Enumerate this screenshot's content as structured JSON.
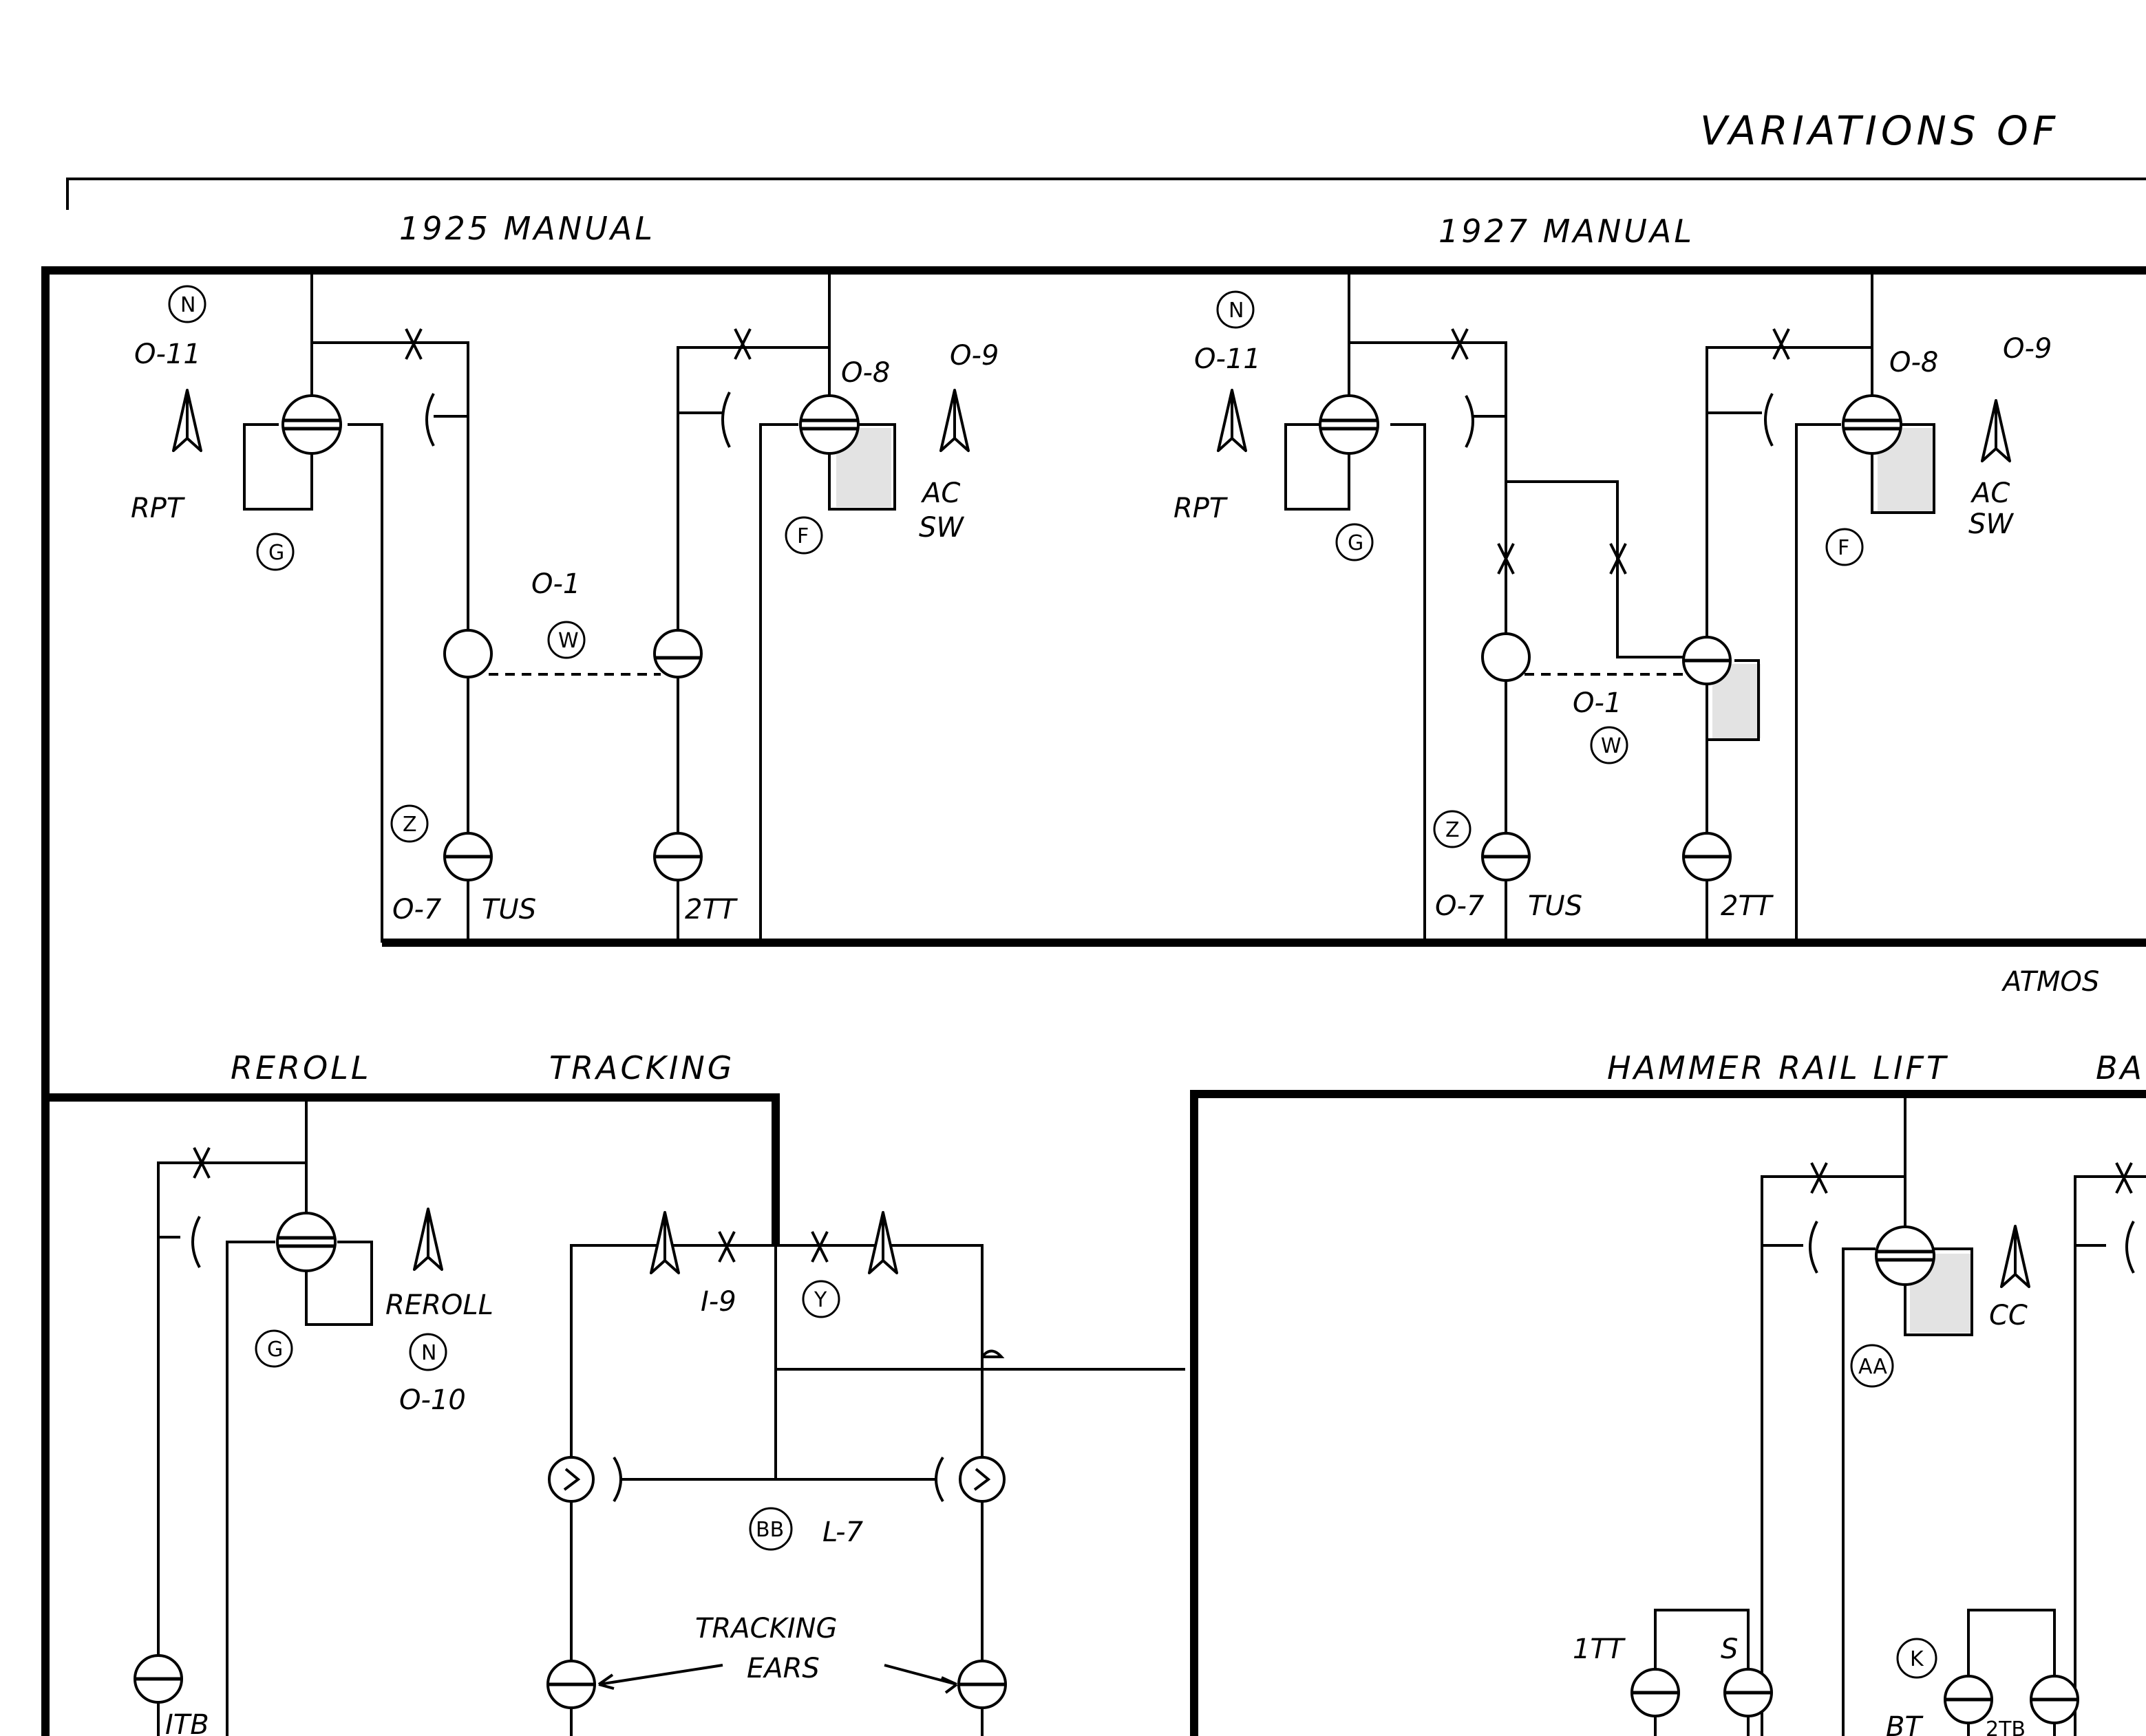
{
  "title": "VARIATIONS OF",
  "sections": {
    "manual_1925": "1925 MANUAL",
    "manual_1927": "1927 MANUAL",
    "reroll": "REROLL",
    "tracking": "TRACKING",
    "hammer_rail_lift": "HAMMER RAIL LIFT",
    "ba_partial": "BA",
    "atmos_partial": "ATMOS"
  },
  "labels_1925": {
    "n": "N",
    "o11": "O-11",
    "rpt": "RPT",
    "g": "G",
    "o8": "O-8",
    "o9": "O-9",
    "ac": "AC",
    "sw": "SW",
    "f": "F",
    "o1": "O-1",
    "w": "W",
    "z": "Z",
    "o7": "O-7",
    "tus": "TUS",
    "tt2": "2TT"
  },
  "labels_1927": {
    "n": "N",
    "o11": "O-11",
    "rpt": "RPT",
    "g": "G",
    "o8": "O-8",
    "o9": "O-9",
    "ac": "AC",
    "sw": "SW",
    "f": "F",
    "o1": "O-1",
    "w": "W",
    "z": "Z",
    "o7": "O-7",
    "tus": "TUS",
    "tt2": "2TT"
  },
  "labels_reroll": {
    "reroll_label": "REROLL",
    "n": "N",
    "o10": "O-10",
    "g": "G",
    "itb": "ITB"
  },
  "labels_tracking": {
    "i9": "I-9",
    "y": "Y",
    "bb": "BB",
    "l7": "L-7",
    "ears_line1": "TRACKING",
    "ears_line2": "EARS"
  },
  "labels_hammer": {
    "cc": "CC",
    "aa": "AA",
    "tt1": "1TT",
    "s": "S",
    "k": "K",
    "bt": "BT",
    "tb2": "2TB"
  }
}
